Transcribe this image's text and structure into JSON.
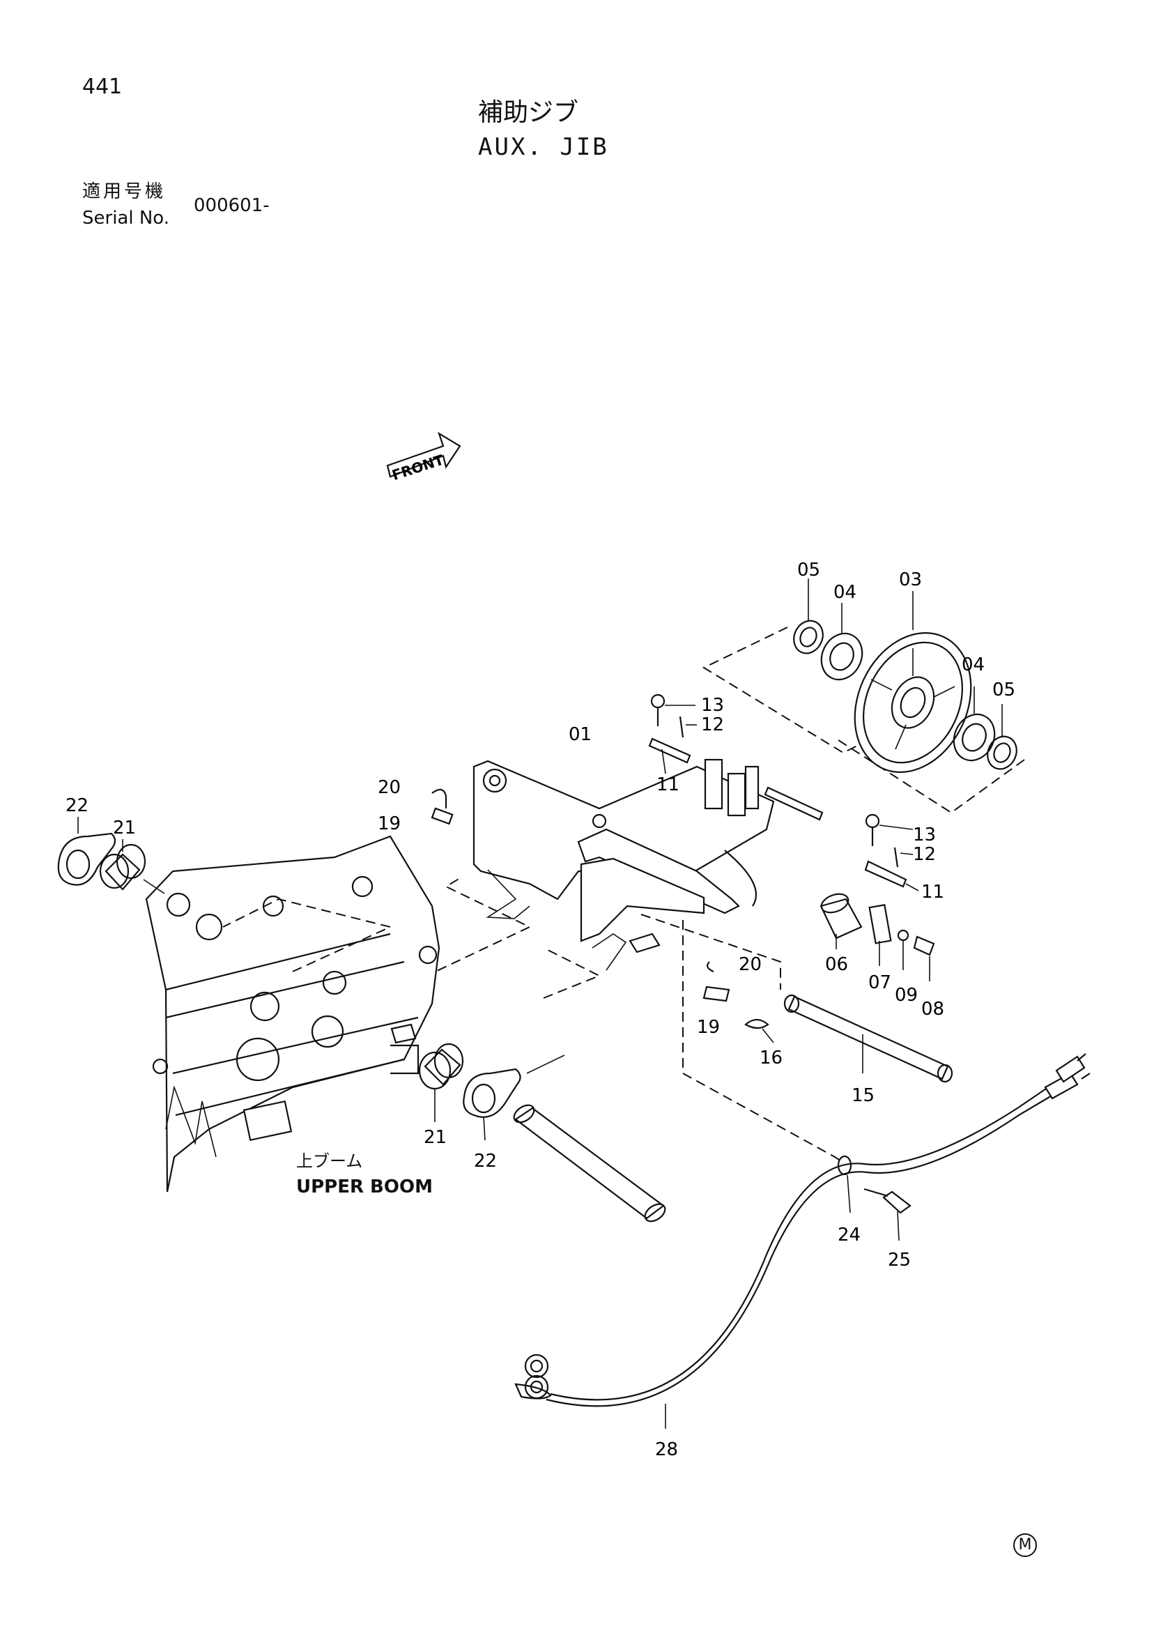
{
  "header": {
    "page_number": "441",
    "title_jp": "補助ジブ",
    "title_en": "AUX. JIB",
    "serial_label_jp": "適用号機",
    "serial_label_en": "Serial No.",
    "serial_value": "000601-"
  },
  "diagram": {
    "front_arrow_label": "FRONT",
    "upper_boom_label_jp": "上ブーム",
    "upper_boom_label_en": "UPPER BOOM",
    "footer_mark": "M",
    "callouts": {
      "c01": "01",
      "c03": "03",
      "c04a": "04",
      "c04b": "04",
      "c05a": "05",
      "c05b": "05",
      "c06": "06",
      "c07": "07",
      "c08": "08",
      "c09": "09",
      "c11a": "11",
      "c11b": "11",
      "c12a": "12",
      "c12b": "12",
      "c13a": "13",
      "c13b": "13",
      "c15": "15",
      "c16": "16",
      "c19a": "19",
      "c19b": "19",
      "c20a": "20",
      "c20b": "20",
      "c21a": "21",
      "c21b": "21",
      "c22a": "22",
      "c22b": "22",
      "c24": "24",
      "c25": "25",
      "c28": "28"
    }
  }
}
